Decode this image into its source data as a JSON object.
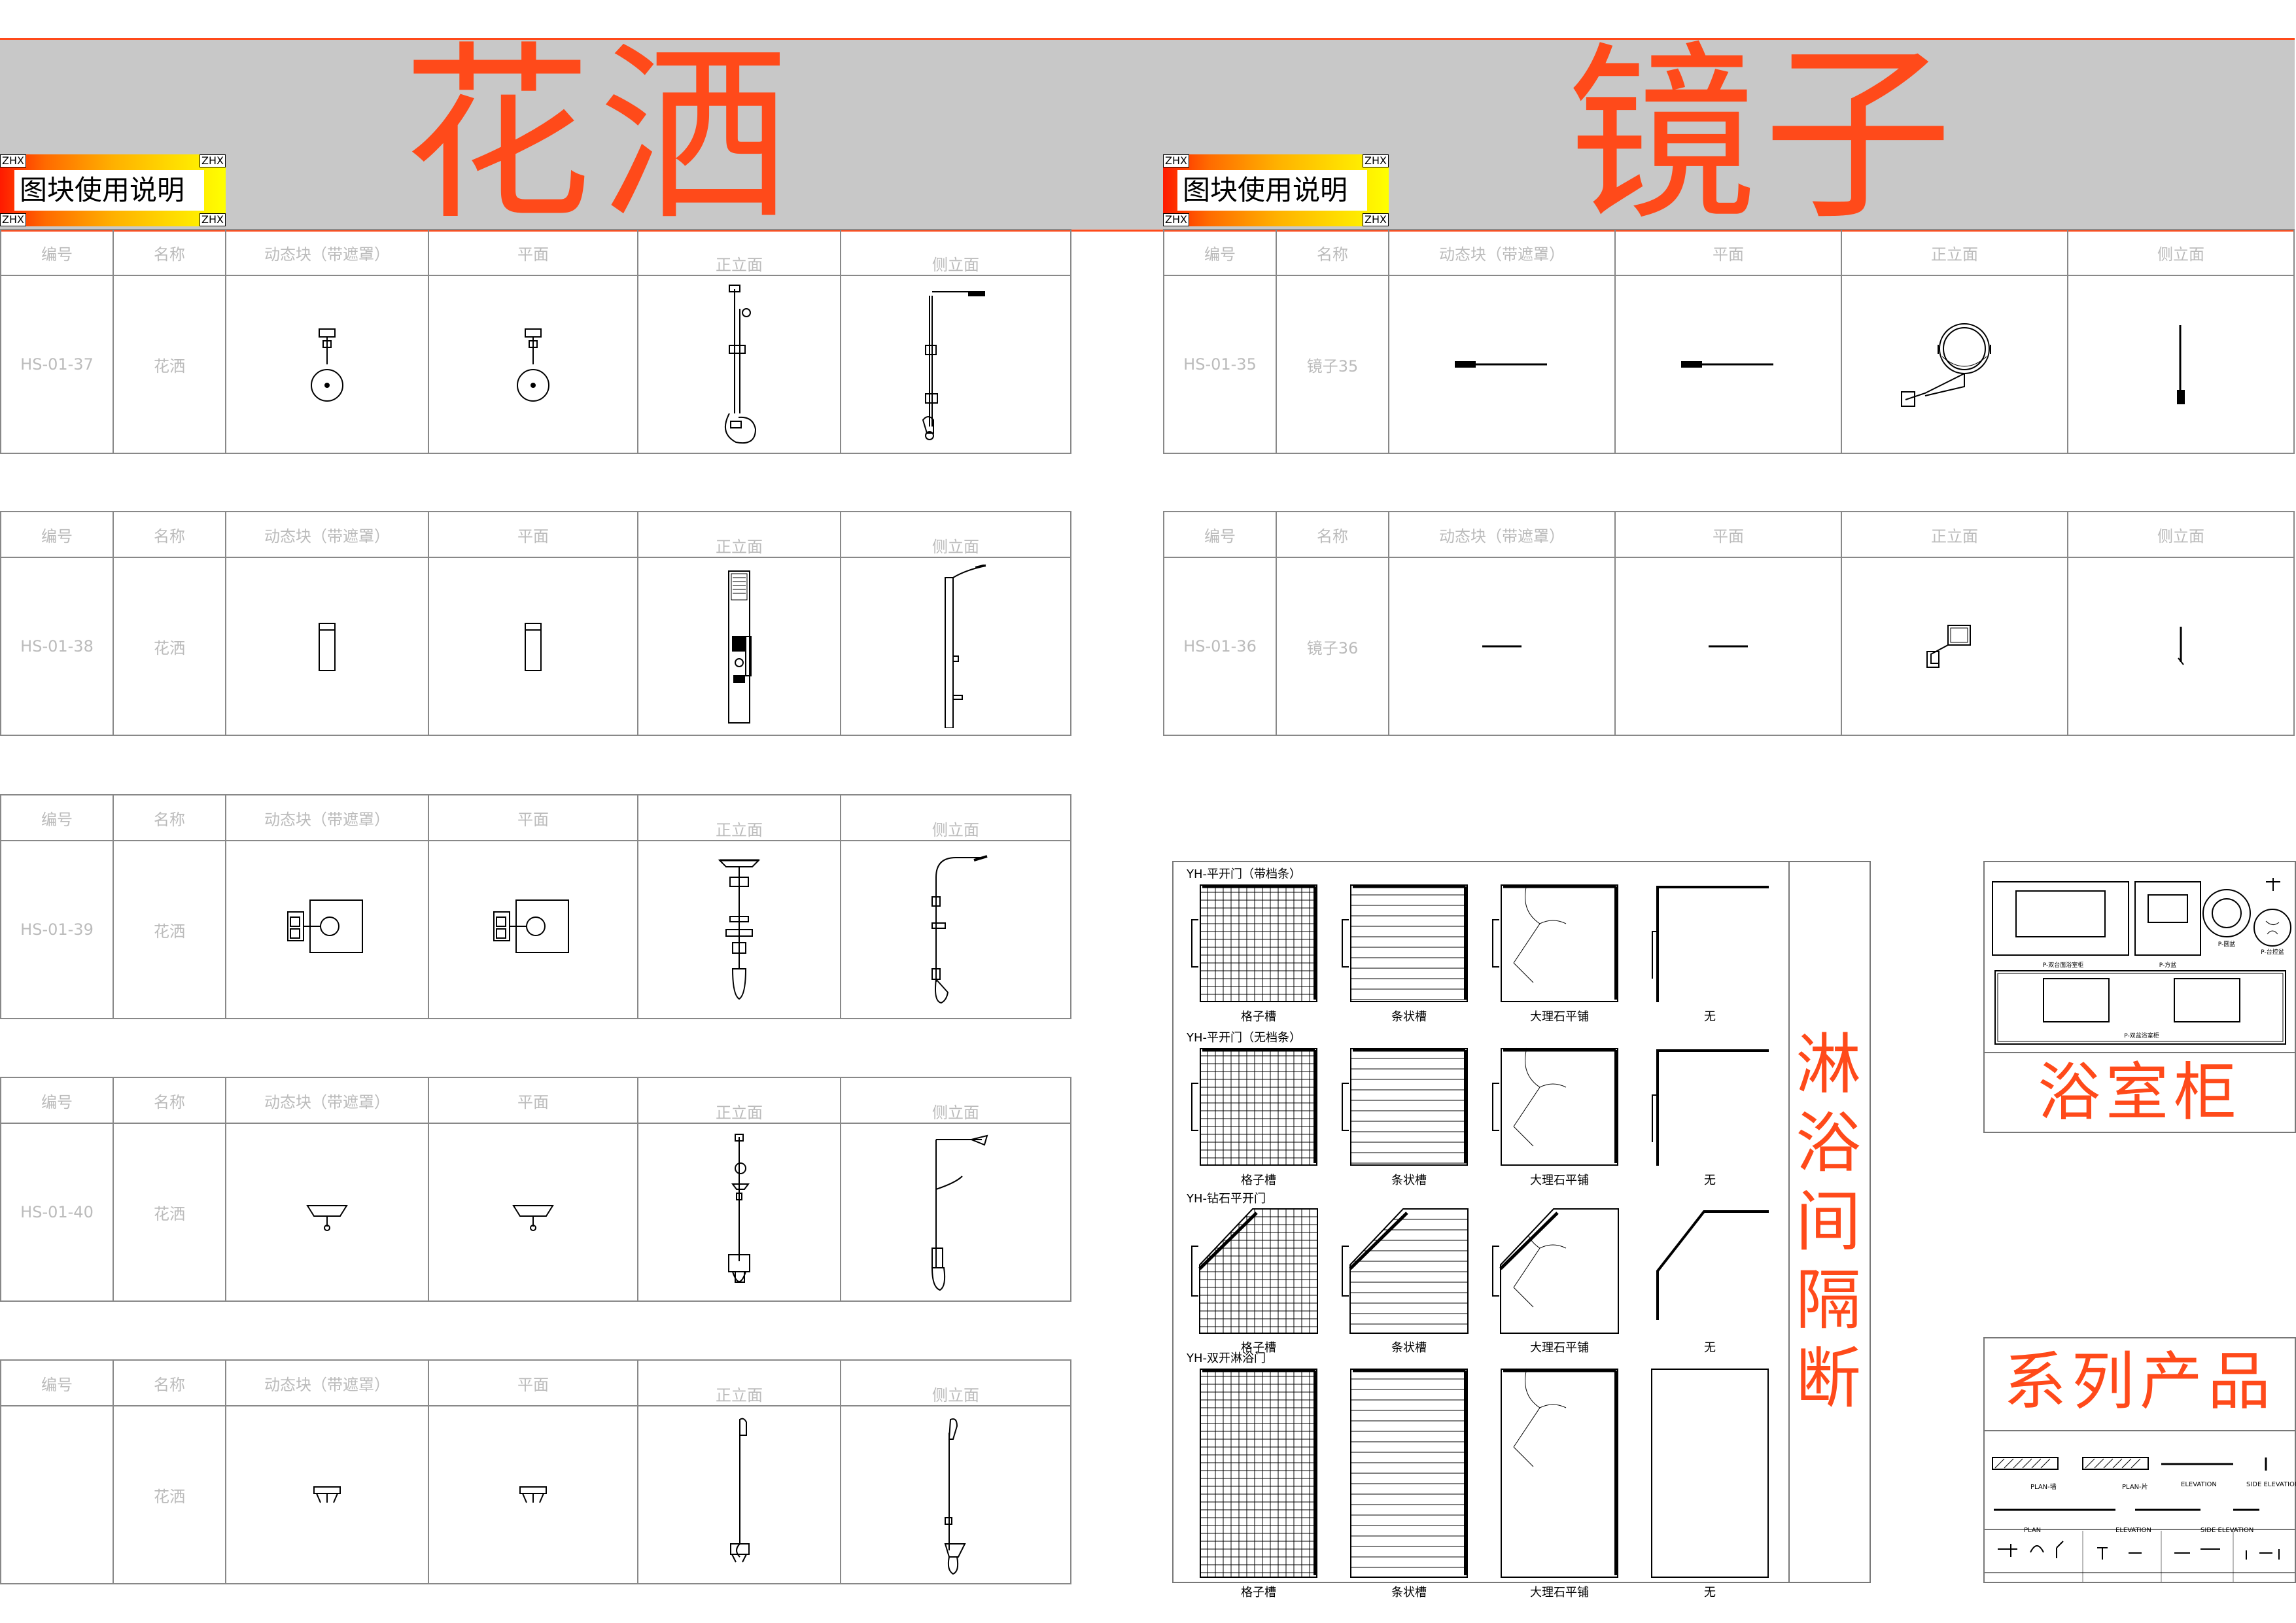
{
  "sections": {
    "shower": {
      "title": "花洒"
    },
    "mirror": {
      "title": "镜子"
    }
  },
  "badge": {
    "label": "图块使用说明",
    "corner": "ZHX"
  },
  "table_headers": [
    "编号",
    "名称",
    "动态块（带遮罩）",
    "平面",
    "正立面",
    "侧立面"
  ],
  "shower_rows": [
    {
      "code": "HS-01-37",
      "name": "花洒",
      "variant": 1
    },
    {
      "code": "HS-01-38",
      "name": "花洒",
      "variant": 2
    },
    {
      "code": "HS-01-39",
      "name": "花洒",
      "variant": 3
    },
    {
      "code": "HS-01-40",
      "name": "花洒",
      "variant": 4
    },
    {
      "code": "",
      "name": "花洒",
      "variant": 5
    }
  ],
  "mirror_rows": [
    {
      "code": "HS-01-35",
      "name": "镜子35",
      "variant": 1
    },
    {
      "code": "HS-01-36",
      "name": "镜子36",
      "variant": 2
    }
  ],
  "shower_enclosure": {
    "vertical_title": [
      "淋",
      "浴",
      "间",
      "隔",
      "断"
    ],
    "groups": [
      {
        "title": "YH-平开门（带档条）"
      },
      {
        "title": "YH-平开门（无档条）"
      },
      {
        "title": "YH-钻石平开门"
      },
      {
        "title": "YH-双开淋浴门"
      }
    ],
    "labels": [
      "格子槽",
      "条状槽",
      "大理石平铺",
      "无"
    ]
  },
  "vanity": {
    "title": "浴室柜",
    "tiny_labels": [
      "P-双台面浴室柜",
      "P-方盆",
      "P-圆盆",
      "P-台控盆",
      "P-双盆浴室柜"
    ]
  },
  "series": {
    "title": "系列产品",
    "tiny_labels": [
      "PLAN-墙",
      "PLAN-片",
      "ELEVATION",
      "SIDE ELEVATION",
      "PLAN",
      "ELEVATION",
      "SIDE ELEVATION"
    ]
  }
}
